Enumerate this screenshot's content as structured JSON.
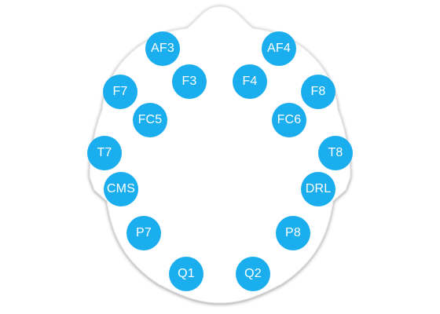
{
  "colors": {
    "electrode_fill": "#1aaeef",
    "electrode_text": "#ffffff",
    "head_fill": "#ffffff",
    "head_shadow": "#bdbdbd",
    "background": "#ffffff"
  },
  "electrodes": [
    {
      "id": "af3",
      "label": "AF3"
    },
    {
      "id": "af4",
      "label": "AF4"
    },
    {
      "id": "f3",
      "label": "F3"
    },
    {
      "id": "f4",
      "label": "F4"
    },
    {
      "id": "f7",
      "label": "F7"
    },
    {
      "id": "f8",
      "label": "F8"
    },
    {
      "id": "fc5",
      "label": "FC5"
    },
    {
      "id": "fc6",
      "label": "FC6"
    },
    {
      "id": "t7",
      "label": "T7"
    },
    {
      "id": "t8",
      "label": "T8"
    },
    {
      "id": "cms",
      "label": "CMS"
    },
    {
      "id": "drl",
      "label": "DRL"
    },
    {
      "id": "p7",
      "label": "P7"
    },
    {
      "id": "p8",
      "label": "P8"
    },
    {
      "id": "q1",
      "label": "Q1"
    },
    {
      "id": "q2",
      "label": "Q2"
    }
  ]
}
